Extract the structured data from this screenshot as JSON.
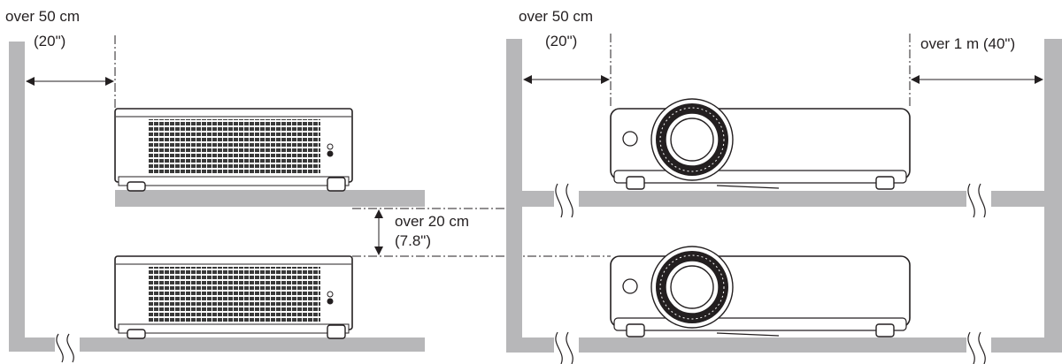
{
  "labels": {
    "left_side_clearance": "over 50 cm",
    "left_side_clearance_in": "(20\")",
    "right_side_clearance": "over 50 cm",
    "right_side_clearance_in": "(20\")",
    "rear_clearance": "over 1 m (40\")",
    "vertical_clearance": "over 20 cm",
    "vertical_clearance_in": "(7.8\")"
  },
  "colors": {
    "wall": "#b7b7b9",
    "ink": "#231f20",
    "vent": "#3a3a3a",
    "body": "#ffffff"
  }
}
